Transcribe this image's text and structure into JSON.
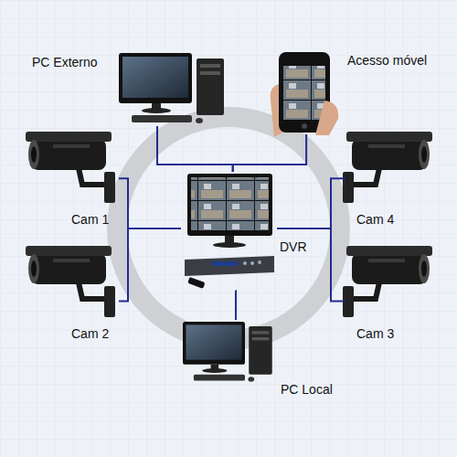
{
  "diagram": {
    "nodes": [
      {
        "text": [
          "PC Externo"
        ]
      },
      {
        "text": [
          "Acesso móvel"
        ]
      },
      {
        "text": [
          "Cam 1"
        ]
      },
      {
        "text": [
          "Cam 4"
        ]
      },
      {
        "text": [
          "DVR"
        ]
      },
      {
        "text": [
          "Cam 2"
        ]
      },
      {
        "text": [
          "Cam 3"
        ]
      },
      {
        "text": [
          "PC Local"
        ]
      }
    ],
    "edges": [
      {
        "from": 2,
        "to": 4,
        "arrow": "none"
      },
      {
        "from": 5,
        "to": 4,
        "arrow": "none"
      },
      {
        "from": 3,
        "to": 4,
        "arrow": "none"
      },
      {
        "from": 6,
        "to": 4,
        "arrow": "none"
      },
      {
        "from": 0,
        "to": 4,
        "arrow": "none"
      },
      {
        "from": 1,
        "to": 4,
        "arrow": "none"
      },
      {
        "from": 4,
        "to": 7,
        "arrow": "none"
      }
    ]
  }
}
